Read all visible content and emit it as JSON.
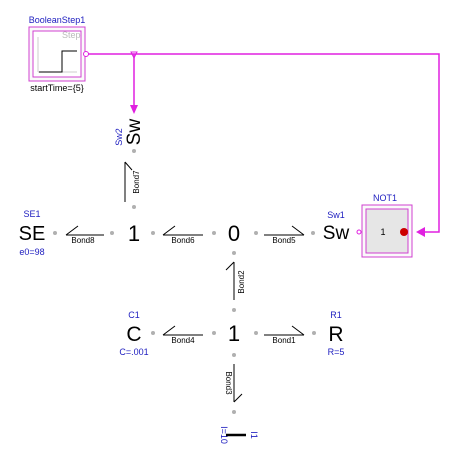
{
  "diagram": {
    "blocks": {
      "boolean_step": {
        "name": "BooleanStep1",
        "icon_text": "Step",
        "param": "startTime={5}"
      },
      "not_block": {
        "name": "NOT1",
        "icon_text": "1"
      }
    },
    "elements": {
      "se": {
        "name": "SE1",
        "symbol": "SE",
        "param": "e0=98"
      },
      "sw1": {
        "name": "Sw1",
        "symbol": "Sw"
      },
      "sw2": {
        "name": "Sw2",
        "symbol": "Sw"
      },
      "c": {
        "name": "C1",
        "symbol": "C",
        "param": "C=.001"
      },
      "r": {
        "name": "R1",
        "symbol": "R",
        "param": "R=5"
      },
      "i": {
        "name": "I1",
        "symbol": "I",
        "param": "I=10"
      },
      "j1_top": {
        "symbol": "1"
      },
      "j0": {
        "symbol": "0"
      },
      "j1_bot": {
        "symbol": "1"
      }
    },
    "bonds": {
      "bond1": "Bond1",
      "bond2": "Bond2",
      "bond3": "Bond3",
      "bond4": "Bond4",
      "bond5": "Bond5",
      "bond6": "Bond6",
      "bond7": "Bond7",
      "bond8": "Bond8"
    },
    "colors": {
      "signal": "#e020e0",
      "block_border": "#d040d0",
      "label_blue": "#2020c0",
      "symbol": "#000000",
      "port": "#b0b0b0",
      "not_dot": "#cc0000"
    }
  }
}
